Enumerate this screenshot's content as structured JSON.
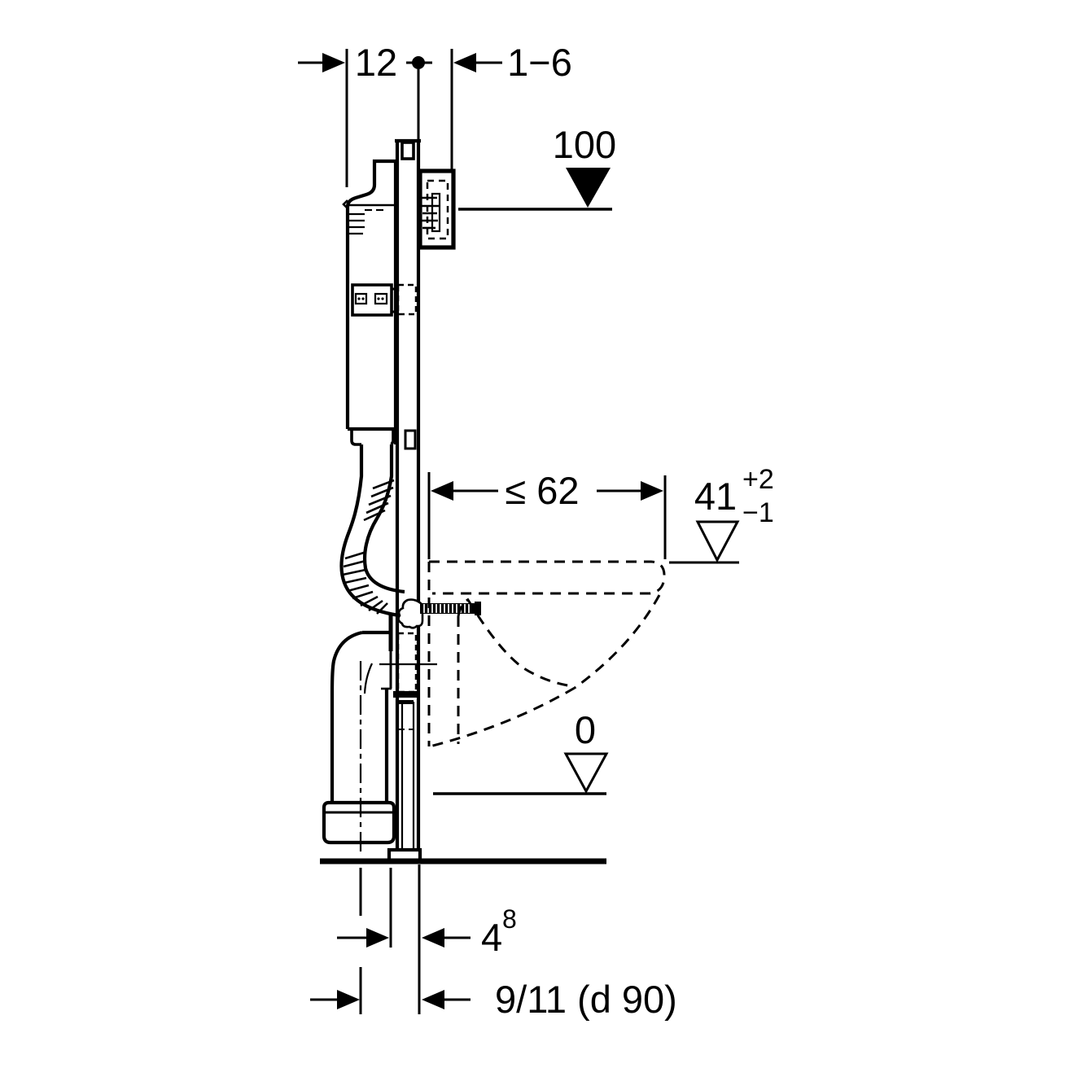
{
  "drawing": {
    "type": "technical-installation-diagram",
    "subject": "wall-hung WC concealed cistern frame, side section view",
    "background_color": "#ffffff",
    "line_color": "#000000",
    "labels": {
      "frame_depth": "12",
      "wall_finish_range": "1−6",
      "actuator_level": "100",
      "max_width": "≤ 62",
      "pan_level": "41",
      "pan_level_tol_plus": "+2",
      "pan_level_tol_minus": "−1",
      "floor_level": "0",
      "outlet_offset": "4",
      "outlet_offset_sup": "8",
      "drain_spec": "9/11 (d 90)"
    }
  }
}
